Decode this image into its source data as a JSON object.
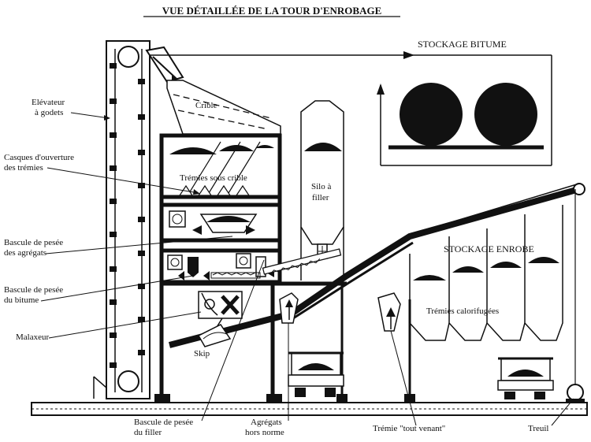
{
  "title": "VUE DÉTAILLÉE DE LA TOUR D'ENROBAGE",
  "labels": {
    "stockage_bitume": "STOCKAGE BITUME",
    "crible": "Crible",
    "elevateur_line1": "Elévateur",
    "elevateur_line2": "à godets",
    "casques_line1": "Casques d'ouverture",
    "casques_line2": "des trémies",
    "tremies_sous_crible": "Trémies sous crible",
    "silo_line1": "Silo à",
    "silo_line2": "filler",
    "bascule_agregats_line1": "Bascule de pesée",
    "bascule_agregats_line2": "des agrégats",
    "bascule_bitume_line1": "Bascule de pesée",
    "bascule_bitume_line2": "du bitume",
    "stockage_enrobe": "STOCKAGE ENROBE",
    "tremies_calorifugees": "Trémies calorifugées",
    "malaxeur": "Malaxeur",
    "skip": "Skip",
    "bascule_filler_line1": "Bascule de pesée",
    "bascule_filler_line2": "du filler",
    "agregats_line1": "Agrégats",
    "agregats_line2": "hors norme",
    "tremie_tout_venant": "Trémie \"tout venant\"",
    "treuil": "Treuil"
  }
}
